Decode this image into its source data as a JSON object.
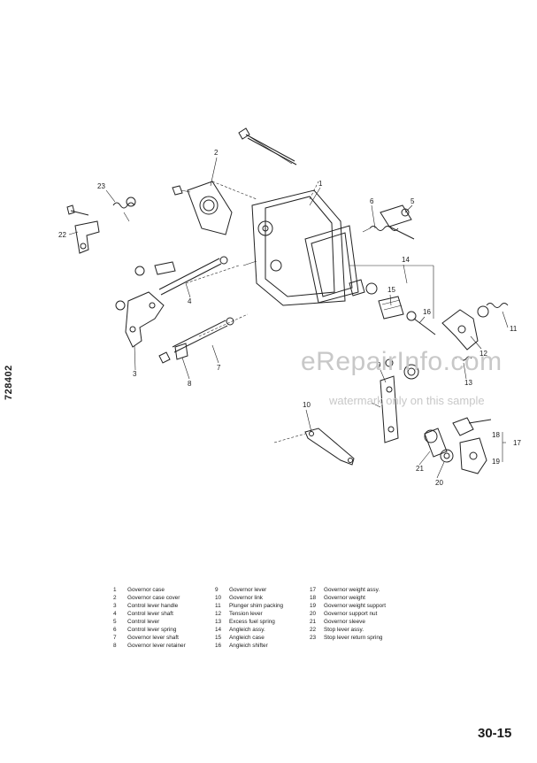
{
  "side_code": "728402",
  "watermark": {
    "brand": "eRepairInfo.com",
    "note": "watermark only on this sample"
  },
  "callouts": [
    "1",
    "2",
    "3",
    "4",
    "5",
    "6",
    "7",
    "8",
    "9",
    "10",
    "11",
    "12",
    "13",
    "14",
    "15",
    "16",
    "17",
    "18",
    "19",
    "20",
    "21",
    "22",
    "23"
  ],
  "legend": {
    "col1": [
      {
        "n": "1",
        "label": "Governor case"
      },
      {
        "n": "2",
        "label": "Governor case cover"
      },
      {
        "n": "3",
        "label": "Control lever handle"
      },
      {
        "n": "4",
        "label": "Control lever shaft"
      },
      {
        "n": "5",
        "label": "Control lever"
      },
      {
        "n": "6",
        "label": "Control lever spring"
      },
      {
        "n": "7",
        "label": "Governor lever shaft"
      },
      {
        "n": "8",
        "label": "Governor lever retainer"
      }
    ],
    "col2": [
      {
        "n": "9",
        "label": "Governor lever"
      },
      {
        "n": "10",
        "label": "Governor link"
      },
      {
        "n": "11",
        "label": "Plunger shim packing"
      },
      {
        "n": "12",
        "label": "Tension lever"
      },
      {
        "n": "13",
        "label": "Excess fuel spring"
      },
      {
        "n": "14",
        "label": "Angleich assy."
      },
      {
        "n": "15",
        "label": "Angleich case"
      },
      {
        "n": "16",
        "label": "Angleich shifter"
      }
    ],
    "col3": [
      {
        "n": "17",
        "label": "Governor weight assy."
      },
      {
        "n": "18",
        "label": "Governor weight"
      },
      {
        "n": "19",
        "label": "Governor weight support"
      },
      {
        "n": "20",
        "label": "Governor support nut"
      },
      {
        "n": "21",
        "label": "Governor sleeve"
      },
      {
        "n": "22",
        "label": "Stop lever assy."
      },
      {
        "n": "23",
        "label": "Stop lever return spring"
      }
    ]
  },
  "page_number": "30-15"
}
